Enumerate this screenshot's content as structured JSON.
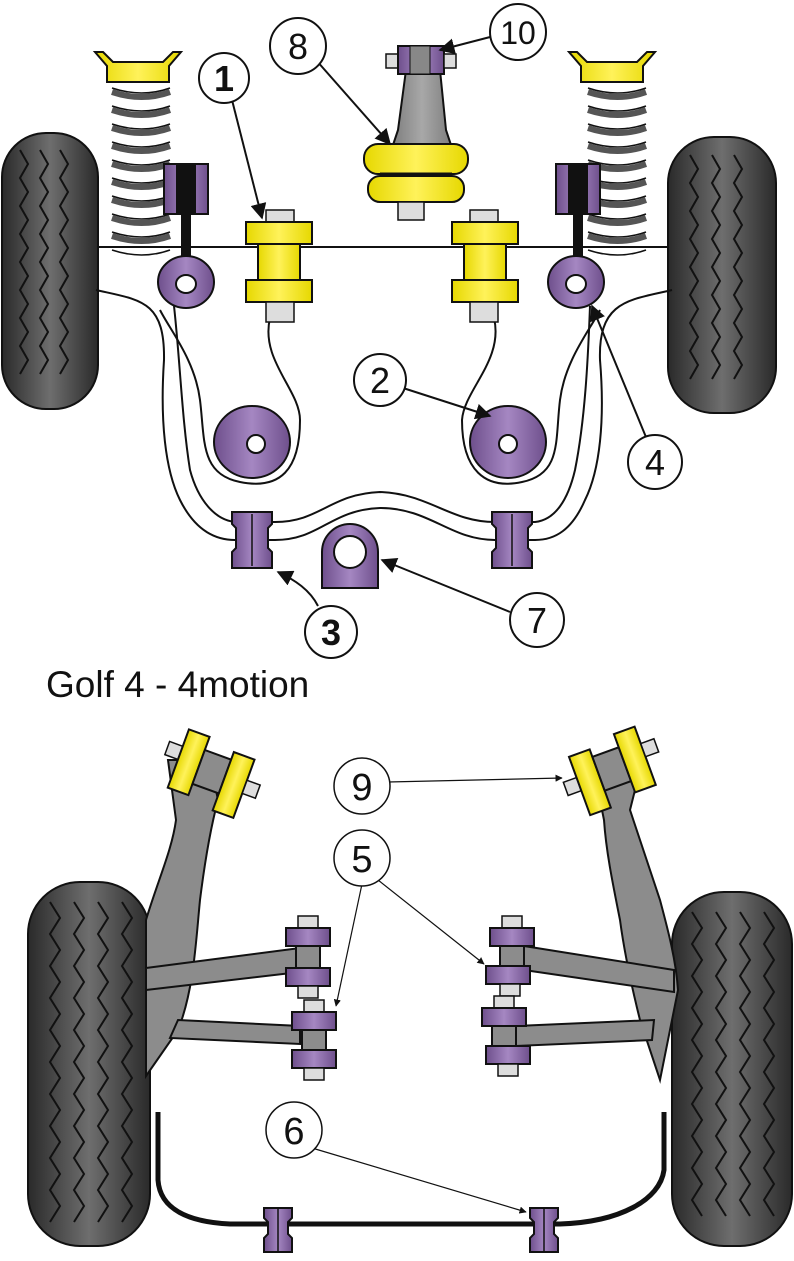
{
  "caption": "Golf 4 - 4motion",
  "callouts": {
    "c1": "1",
    "c2": "2",
    "c3": "3",
    "c4": "4",
    "c5": "5",
    "c6": "6",
    "c7": "7",
    "c8": "8",
    "c9": "9",
    "c10": "10"
  },
  "colors": {
    "bush_purple": "#8a67a8",
    "bush_yellow": "#f5ea14",
    "arm_grey": "#8c8c8c",
    "tyre_dark": "#333333",
    "outline": "#111111"
  },
  "icons": [
    "front-suspension-diagram",
    "rear-suspension-diagram",
    "tyre-icon",
    "coil-spring-icon",
    "bush-icon"
  ]
}
